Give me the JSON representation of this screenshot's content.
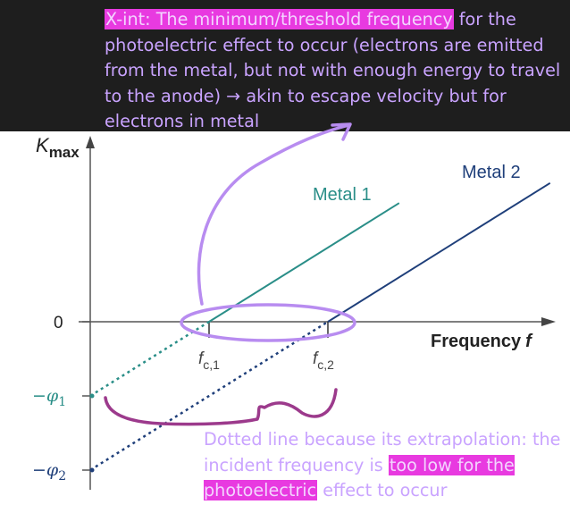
{
  "annotations": {
    "top_note": {
      "highlight": "X-int: The minimum/threshold frequency",
      "rest": " for the photoelectric effect to occur (electrons are emitted from the metal, but not with enough energy to travel to the anode) → akin to escape velocity but for electrons in metal"
    },
    "bottom_note": {
      "plain1": "Dotted line because its extrapolation: the incident frequency is ",
      "highlight": "too low for the photoelectric",
      "plain2": " effect to occur"
    }
  },
  "chart_data": {
    "type": "line",
    "title": "",
    "ylabel_main": "K",
    "ylabel_sub": "max",
    "xlabel": "Frequency",
    "xlabel_symbol": "f",
    "y_ticks": [
      {
        "main": "0",
        "sub": "",
        "prefix": "",
        "value": 0
      },
      {
        "main": "φ",
        "sub": "1",
        "prefix": "−",
        "value": -1
      },
      {
        "main": "φ",
        "sub": "2",
        "prefix": "−",
        "value": -2
      }
    ],
    "x_ticks": [
      {
        "main": "f",
        "sub": "c,1",
        "value": 1
      },
      {
        "main": "f",
        "sub": "c,2",
        "value": 2
      }
    ],
    "series": [
      {
        "name": "Metal 1",
        "color": "#2a8e88",
        "intercept": -1,
        "threshold": 1,
        "x_end": 2.6
      },
      {
        "name": "Metal 2",
        "color": "#1f3f7a",
        "intercept": -2,
        "threshold": 2,
        "x_end": 3.87
      }
    ],
    "accent_color": "#b88cf0",
    "curly_brace_color": "#9c3a8c"
  }
}
